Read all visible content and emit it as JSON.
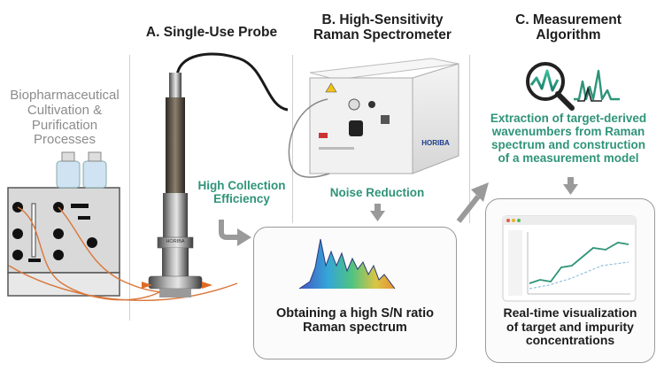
{
  "left_label": {
    "lines": [
      "Biopharmaceutical",
      "Cultivation &",
      "Purification",
      "Processes"
    ]
  },
  "section_a": {
    "title": "A. Single-Use Probe",
    "benefit": [
      "High Collection",
      "Efficiency"
    ]
  },
  "section_b": {
    "title": [
      "B. High-Sensitivity",
      "Raman Spectrometer"
    ],
    "benefit": "Noise Reduction",
    "brand": "HORIBA"
  },
  "section_c": {
    "title": [
      "C. Measurement",
      "Algorithm"
    ],
    "description": [
      "Extraction of target-derived",
      "wavenumbers from Raman",
      "spectrum and construction",
      "of a measurement model"
    ]
  },
  "result_box_1": {
    "text": [
      "Obtaining a high S/N ratio",
      "Raman spectrum"
    ]
  },
  "result_box_2": {
    "text": [
      "Real-time visualization",
      "of target and impurity",
      "concentrations"
    ]
  },
  "probe_label": "HORIBA",
  "colors": {
    "accent_green": "#2f9478",
    "arrow_gray": "#9a9a9a",
    "tube_orange": "#d9763a",
    "spectrometer_yellow": "#f2c21a"
  },
  "icons": [
    "magnifier-icon",
    "spectrum-icon",
    "chart-dashboard-icon",
    "flow-arrow-icon"
  ]
}
